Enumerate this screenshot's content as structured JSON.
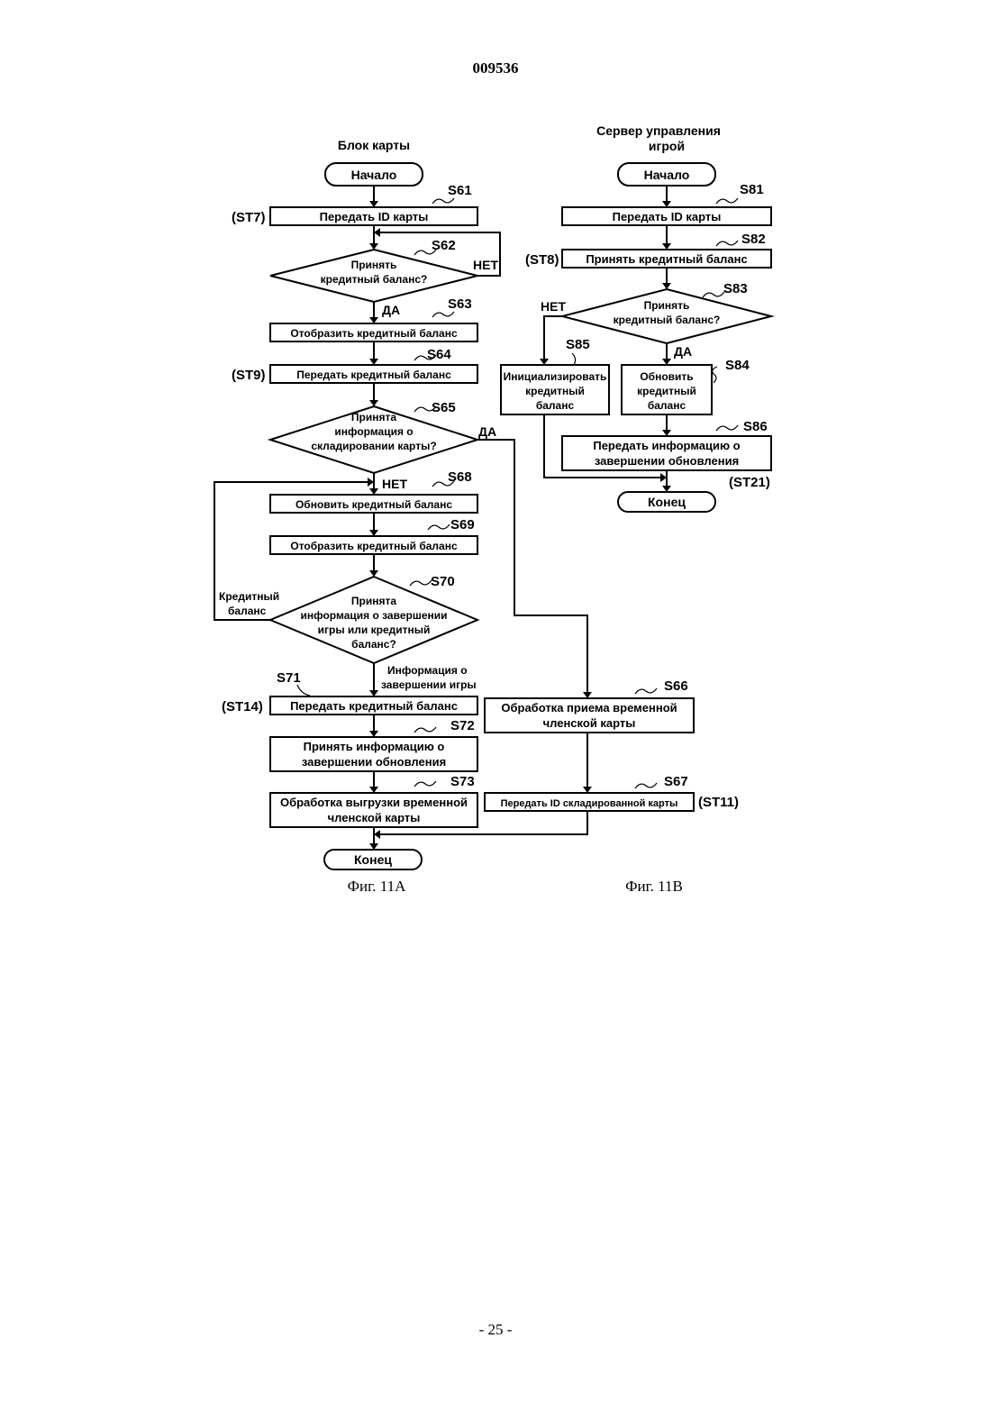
{
  "header": {
    "doc_number": "009536"
  },
  "footer": {
    "page_number": "- 25 -"
  },
  "fig_a": {
    "lane_title": "Блок карты",
    "caption": "Фиг. 11А",
    "start": "Начало",
    "end": "Конец",
    "s61": {
      "tag": "S61",
      "ref": "(ST7)",
      "text": "Передать ID карты"
    },
    "s62": {
      "tag": "S62",
      "lines": [
        "Принять",
        "кредитный баланс?"
      ],
      "no": "НЕТ",
      "yes": "ДА"
    },
    "s63": {
      "tag": "S63",
      "text": "Отобразить кредитный баланс"
    },
    "s64": {
      "tag": "S64",
      "ref": "(ST9)",
      "text": "Передать кредитный баланс"
    },
    "s65": {
      "tag": "S65",
      "lines": [
        "Принята",
        "информация о",
        "складировании карты?"
      ],
      "yes": "ДА",
      "no": "НЕТ"
    },
    "s68": {
      "tag": "S68",
      "text": "Обновить кредитный баланс"
    },
    "s69": {
      "tag": "S69",
      "text": "Отобразить кредитный баланс"
    },
    "s70": {
      "tag": "S70",
      "lines": [
        "Принята",
        "информация о завершении",
        "игры или кредитный",
        "баланс?"
      ],
      "left_label": [
        "Кредитный",
        "баланс"
      ],
      "down_label": [
        "Информация о",
        "завершении игры"
      ]
    },
    "s71": {
      "tag": "S71",
      "ref": "(ST14)",
      "text": "Передать кредитный баланс"
    },
    "s72": {
      "tag": "S72",
      "lines": [
        "Принять информацию о",
        "завершении обновления"
      ]
    },
    "s73": {
      "tag": "S73",
      "lines": [
        "Обработка выгрузки временной",
        "членской карты"
      ]
    },
    "s66": {
      "tag": "S66",
      "lines": [
        "Обработка приема временной",
        "членской карты"
      ]
    },
    "s67": {
      "tag": "S67",
      "ref": "(ST11)",
      "text": "Передать ID складированной карты"
    }
  },
  "fig_b": {
    "lane_title": [
      "Сервер управления",
      "игрой"
    ],
    "caption": "Фиг. 11В",
    "start": "Начало",
    "end": "Конец",
    "s81": {
      "tag": "S81",
      "text": "Передать ID карты"
    },
    "s82": {
      "tag": "S82",
      "ref": "(ST8)",
      "text": "Принять кредитный баланс"
    },
    "s83": {
      "tag": "S83",
      "lines": [
        "Принять",
        "кредитный баланс?"
      ],
      "no": "НЕТ",
      "yes": "ДА"
    },
    "s85": {
      "tag": "S85",
      "lines": [
        "Инициализировать",
        "кредитный",
        "баланс"
      ]
    },
    "s84": {
      "tag": "S84",
      "lines": [
        "Обновить",
        "кредитный",
        "баланс"
      ]
    },
    "s86": {
      "tag": "S86",
      "ref": "(ST21)",
      "lines": [
        "Передать информацию о",
        "завершении обновления"
      ]
    }
  }
}
